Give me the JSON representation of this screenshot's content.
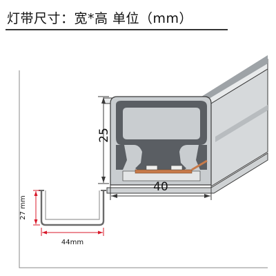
{
  "header": {
    "title": "灯带尺寸：宽*高    单位（mm）"
  },
  "main_profile": {
    "height_value": "25",
    "width_value": "40"
  },
  "inset_channel": {
    "height_label": "27 mm",
    "width_label": "44mm"
  },
  "colors": {
    "dimension_red": "#d8192a",
    "profile_dark": "#5a5e63",
    "profile_light": "#c9cdd0",
    "outline": "#3a3a3a",
    "led_orange": "#c77a4a"
  }
}
